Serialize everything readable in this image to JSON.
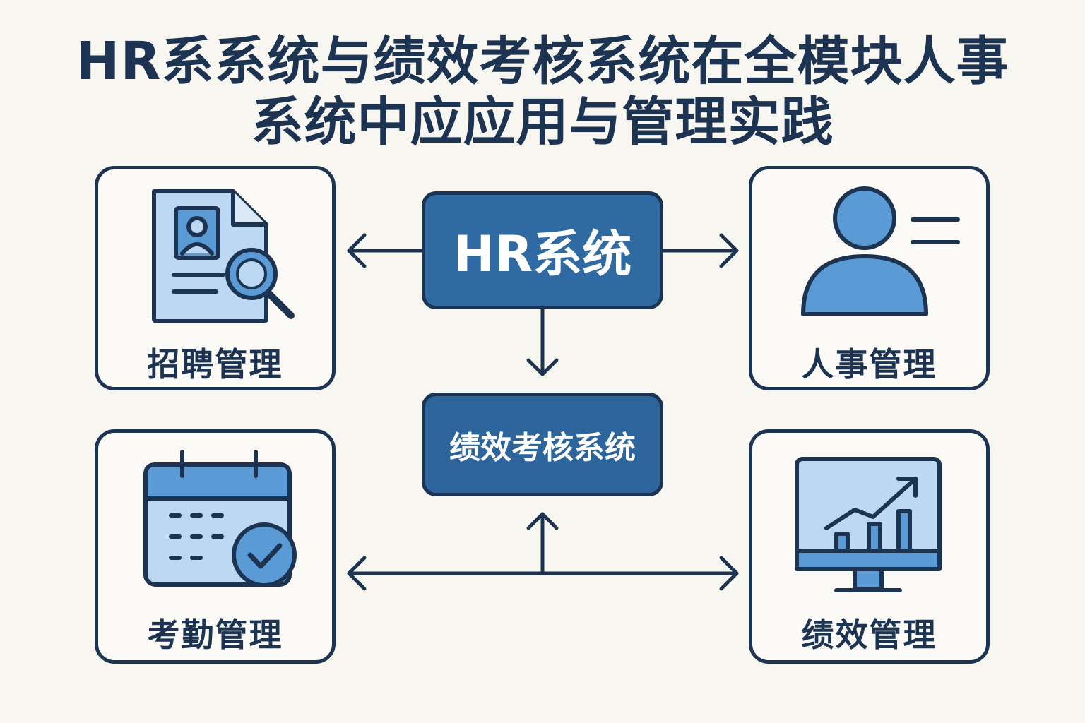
{
  "title": {
    "line1": "HR系系统与绩效考核系统在全模块人事",
    "line2": "系统中应应用与管理实践"
  },
  "center": {
    "hr_system": "HR系统",
    "performance_system": "绩效考核系统"
  },
  "modules": {
    "recruitment": {
      "label": "招聘管理",
      "icon": "resume-search-icon"
    },
    "personnel": {
      "label": "人事管理",
      "icon": "user-profile-icon"
    },
    "attendance": {
      "label": "考勤管理",
      "icon": "calendar-check-icon"
    },
    "performance": {
      "label": "绩效管理",
      "icon": "monitor-chart-icon"
    }
  },
  "colors": {
    "navy": "#1c3352",
    "primary_blue": "#2f6aa3",
    "mid_blue": "#5b9bd5",
    "light_blue": "#bcd8f2",
    "background": "#f8f6f1"
  }
}
